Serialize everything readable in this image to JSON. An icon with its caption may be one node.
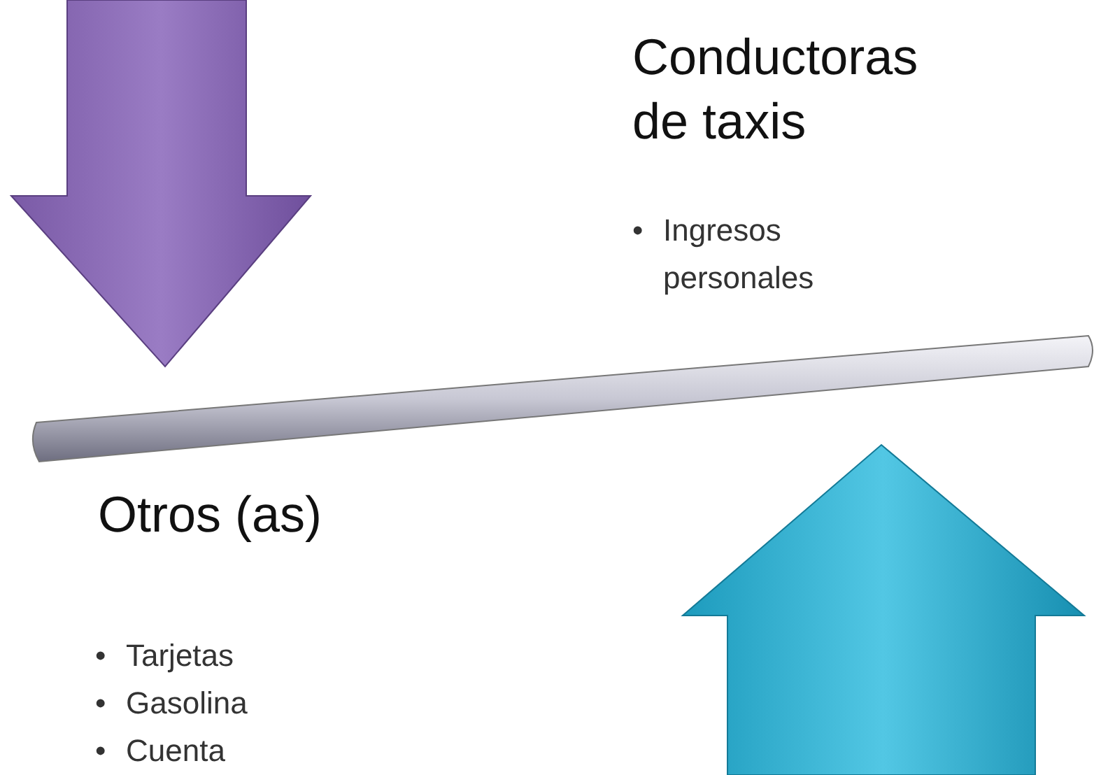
{
  "diagram": {
    "labels": [
      "Conductoras de taxis",
      "•",
      "Ingresos personales",
      "Otros (as)",
      "•",
      "Tarjetas",
      "•",
      "Gasolina",
      "•",
      "Cuenta"
    ]
  }
}
